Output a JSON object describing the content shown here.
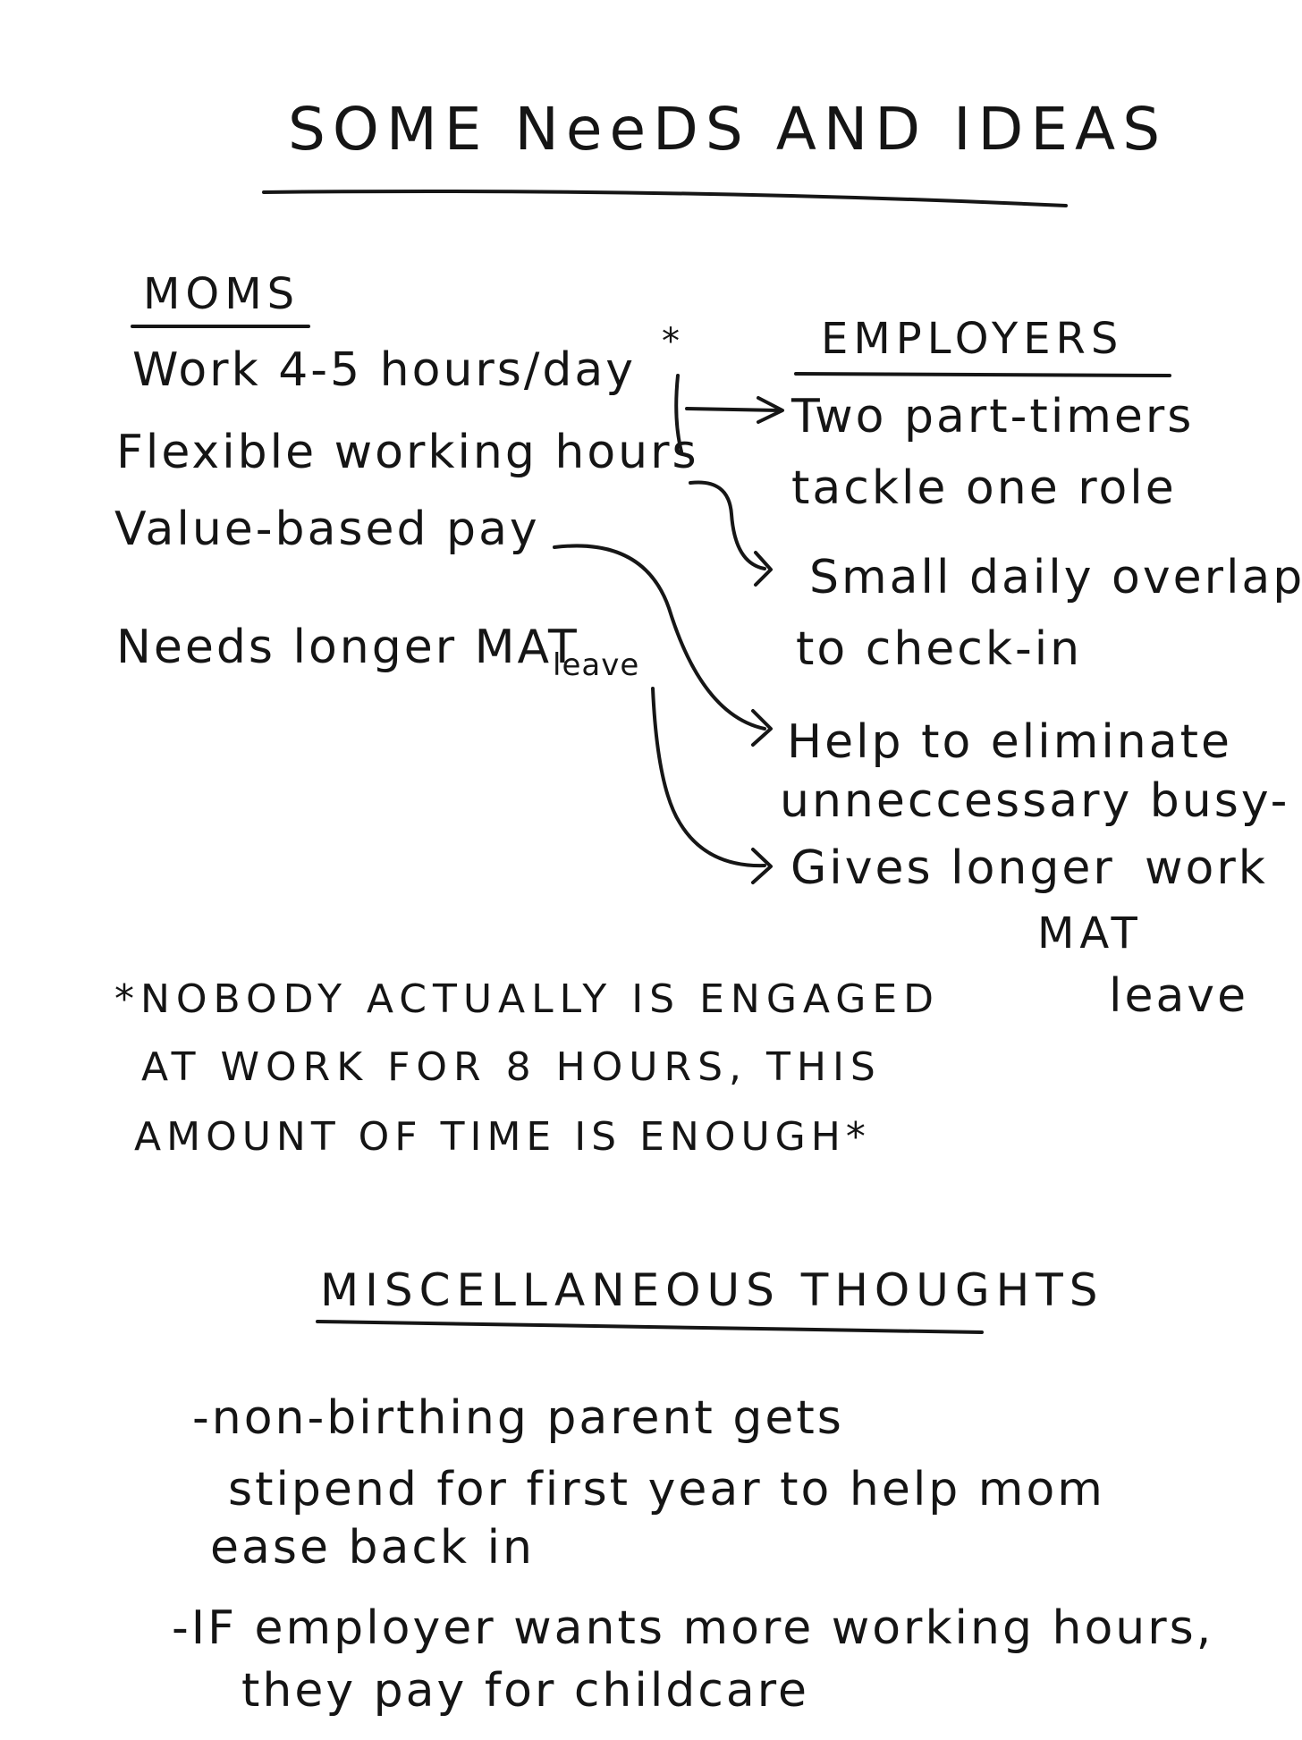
{
  "title": "SOME NeeDS AND IDEAS",
  "moms": {
    "heading": "MOMS",
    "items": [
      "Work 4-5 hours/day",
      "Flexible working hours",
      "Value-based pay",
      "Needs longer MAT"
    ],
    "asterisk": "*",
    "leave_subscript": "leave"
  },
  "employers": {
    "heading": "EMPLOYERS",
    "lines": [
      "Two part-timers",
      "tackle one role",
      "Small daily overlap",
      "to check-in",
      "Help to eliminate",
      "unneccessary busy-",
      "work",
      "Gives longer",
      "MAT",
      "leave"
    ]
  },
  "footnote": {
    "lines": [
      "*NOBODY ACTUALLY IS ENGAGED",
      "AT WORK FOR 8 HOURS, THIS",
      "AMOUNT OF TIME IS ENOUGH*"
    ]
  },
  "misc": {
    "heading": "MISCELLANEOUS THOUGHTS",
    "lines": [
      "-non-birthing parent gets",
      "stipend for first year to help mom",
      "ease back in",
      "-IF employer wants more working hours,",
      "they pay for childcare"
    ]
  }
}
